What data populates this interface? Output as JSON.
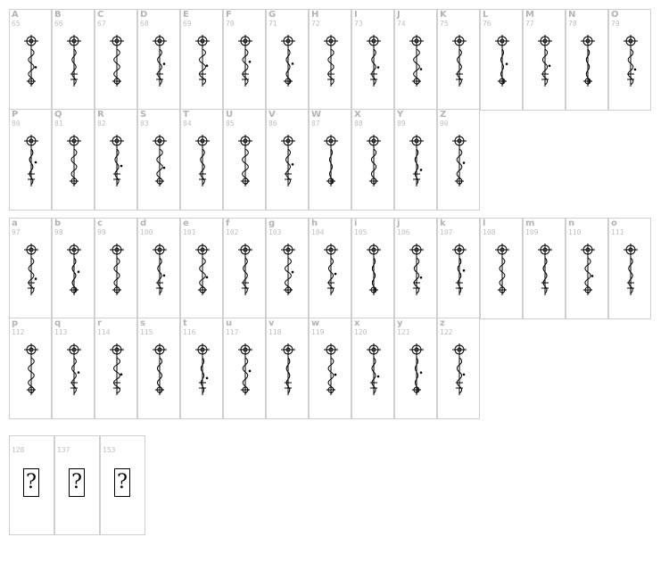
{
  "upper_rows": [
    [
      {
        "char": "A",
        "code": "65"
      },
      {
        "char": "B",
        "code": "66"
      },
      {
        "char": "C",
        "code": "67"
      },
      {
        "char": "D",
        "code": "68"
      },
      {
        "char": "E",
        "code": "69"
      },
      {
        "char": "F",
        "code": "70"
      },
      {
        "char": "G",
        "code": "71"
      },
      {
        "char": "H",
        "code": "72"
      },
      {
        "char": "I",
        "code": "73"
      },
      {
        "char": "J",
        "code": "74"
      },
      {
        "char": "K",
        "code": "75"
      },
      {
        "char": "L",
        "code": "76"
      },
      {
        "char": "M",
        "code": "77"
      },
      {
        "char": "N",
        "code": "78"
      },
      {
        "char": "O",
        "code": "79"
      }
    ],
    [
      {
        "char": "P",
        "code": "80"
      },
      {
        "char": "Q",
        "code": "81"
      },
      {
        "char": "R",
        "code": "82"
      },
      {
        "char": "S",
        "code": "83"
      },
      {
        "char": "T",
        "code": "84"
      },
      {
        "char": "U",
        "code": "85"
      },
      {
        "char": "V",
        "code": "86"
      },
      {
        "char": "W",
        "code": "87"
      },
      {
        "char": "X",
        "code": "88"
      },
      {
        "char": "Y",
        "code": "89"
      },
      {
        "char": "Z",
        "code": "90"
      }
    ]
  ],
  "lower_rows": [
    [
      {
        "char": "a",
        "code": "97"
      },
      {
        "char": "b",
        "code": "98"
      },
      {
        "char": "c",
        "code": "99"
      },
      {
        "char": "d",
        "code": "100"
      },
      {
        "char": "e",
        "code": "101"
      },
      {
        "char": "f",
        "code": "102"
      },
      {
        "char": "g",
        "code": "103"
      },
      {
        "char": "h",
        "code": "104"
      },
      {
        "char": "i",
        "code": "105"
      },
      {
        "char": "j",
        "code": "106"
      },
      {
        "char": "k",
        "code": "107"
      },
      {
        "char": "l",
        "code": "108"
      },
      {
        "char": "m",
        "code": "109"
      },
      {
        "char": "n",
        "code": "110"
      },
      {
        "char": "o",
        "code": "111"
      }
    ],
    [
      {
        "char": "p",
        "code": "112"
      },
      {
        "char": "q",
        "code": "113"
      },
      {
        "char": "r",
        "code": "114"
      },
      {
        "char": "s",
        "code": "115"
      },
      {
        "char": "t",
        "code": "116"
      },
      {
        "char": "u",
        "code": "117"
      },
      {
        "char": "v",
        "code": "118"
      },
      {
        "char": "w",
        "code": "119"
      },
      {
        "char": "x",
        "code": "120"
      },
      {
        "char": "y",
        "code": "121"
      },
      {
        "char": "z",
        "code": "122"
      }
    ]
  ],
  "extra_row": [
    {
      "char": "",
      "code": "128",
      "glyph": "?"
    },
    {
      "char": "",
      "code": "137",
      "glyph": "?"
    },
    {
      "char": "",
      "code": "153",
      "glyph": "?"
    }
  ],
  "colors": {
    "border": "#cfcfcf",
    "label": "#b4b4b4",
    "glyph": "#000000"
  }
}
